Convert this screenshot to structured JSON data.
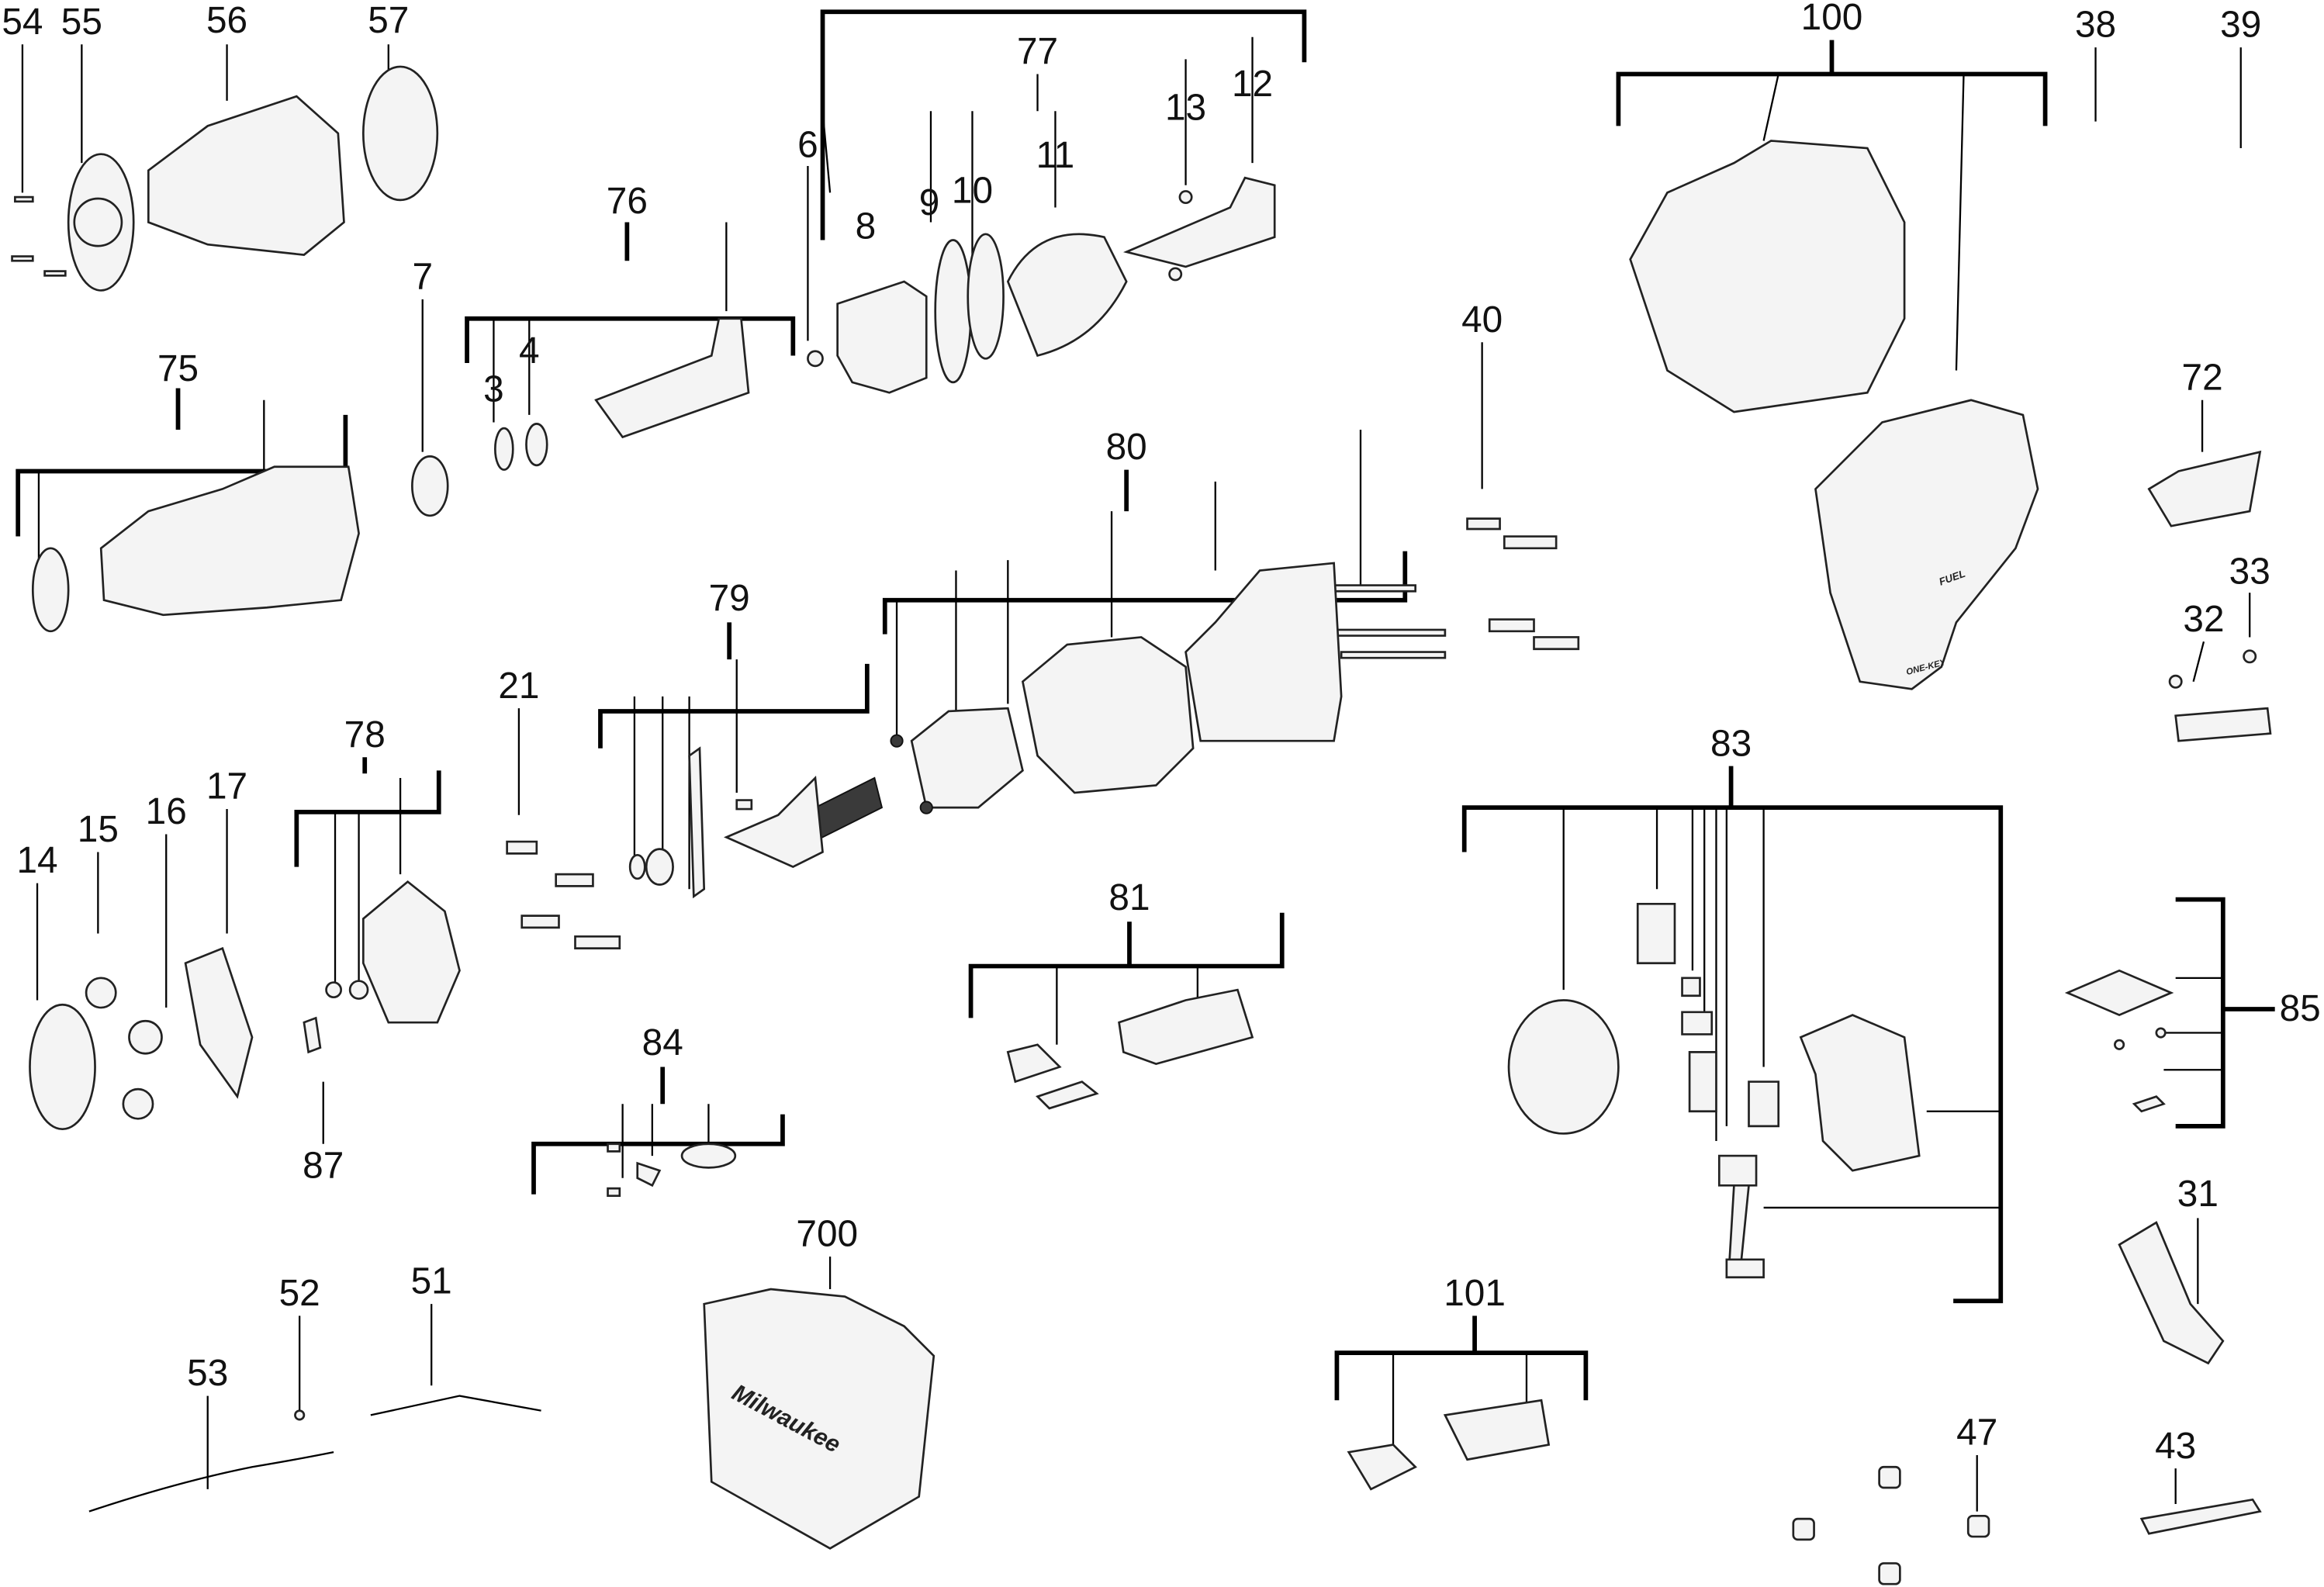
{
  "diagram": {
    "title": "Exploded parts diagram",
    "brand_marks": [
      "Milwaukee",
      "FUEL",
      "ONE-KEY"
    ],
    "labels": {
      "p54": "54",
      "p55": "55",
      "p56": "56",
      "p57": "57",
      "p77": "77",
      "p13": "13",
      "p12": "12",
      "p11": "11",
      "p10": "10",
      "p9": "9",
      "p8": "8",
      "p6": "6",
      "p76": "76",
      "p7": "7",
      "p3": "3",
      "p4": "4",
      "p75": "75",
      "p100": "100",
      "p38": "38",
      "p39": "39",
      "p40": "40",
      "p72": "72",
      "p80": "80",
      "p33": "33",
      "p32": "32",
      "p79": "79",
      "p21": "21",
      "p78": "78",
      "p14": "14",
      "p15": "15",
      "p16": "16",
      "p17": "17",
      "p83": "83",
      "p81": "81",
      "p85": "85",
      "p84": "84",
      "p87": "87",
      "p31": "31",
      "p700": "700",
      "p52": "52",
      "p51": "51",
      "p53": "53",
      "p101": "101",
      "p47": "47",
      "p43": "43"
    }
  }
}
